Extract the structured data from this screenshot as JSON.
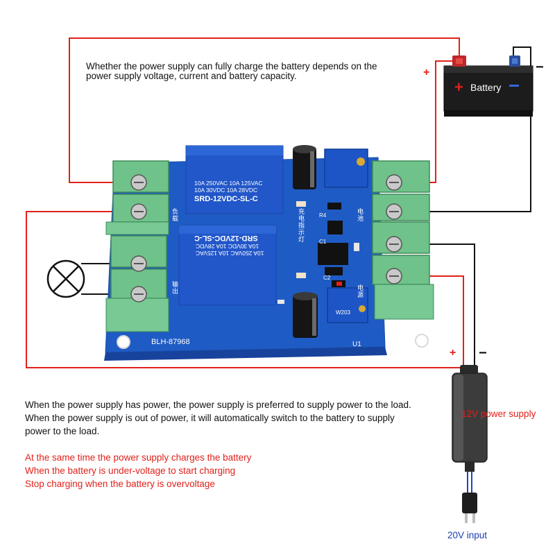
{
  "top_note": {
    "line1": "Whether the power supply can fully charge the battery depends on the",
    "line2": "power supply voltage, current and battery capacity."
  },
  "battery": {
    "label": "Battery",
    "plus": "+",
    "minus": "−",
    "terminal_plus": "+",
    "terminal_minus": "−"
  },
  "board": {
    "model": "BLH-87968",
    "relay_top_line1": "10A 250VAC  10A 125VAC",
    "relay_top_line2": "10A  30VDC  10A 28VDC",
    "relay_top_model": "SRD-12VDC-SL-C",
    "relay_bottom_model": "SRD-12VDC-SL-C",
    "relay_bottom_line1": "10A  30VDC  10A 28VDC",
    "relay_bottom_line2": "10A 250VAC  10A 125VAC",
    "cn_load": "负载",
    "cn_indicator": "充电指示灯",
    "cn_battery": "电池",
    "cn_power": "电源",
    "cn_output": "输出",
    "u1": "U1",
    "r4": "R4",
    "c1": "C1",
    "c2": "C2",
    "w203": "W203"
  },
  "supply_wire_labels": {
    "plus": "+",
    "minus": "−"
  },
  "power_supply_label": "12V power supply",
  "input_label": "20V input",
  "description": {
    "line1": "When the power supply has power, the power supply is preferred to supply power to the load.",
    "line2": "When the power supply is out of power, it will automatically switch to the battery to supply",
    "line3": "power to the load."
  },
  "features": [
    "At the same time the power supply charges the battery",
    "When the battery is under-voltage to start charging",
    "Stop charging when the battery is overvoltage"
  ],
  "colors": {
    "wire_red": "#e0201a",
    "wire_black": "#111111",
    "pcb_blue": "#1f5bc4",
    "relay_blue": "#2257c9",
    "terminal_green": "#6fc28a",
    "text_red": "#e0201a",
    "text_blue": "#1a3fb0"
  }
}
